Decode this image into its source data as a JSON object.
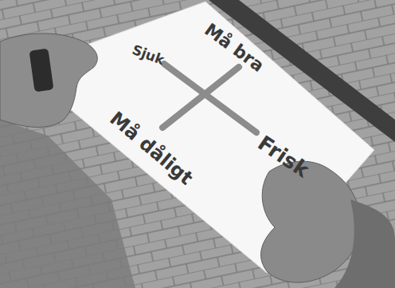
{
  "diagram": {
    "labels": [
      "Sjuk",
      "Må bra",
      "Må dåligt",
      "Frisk"
    ]
  }
}
